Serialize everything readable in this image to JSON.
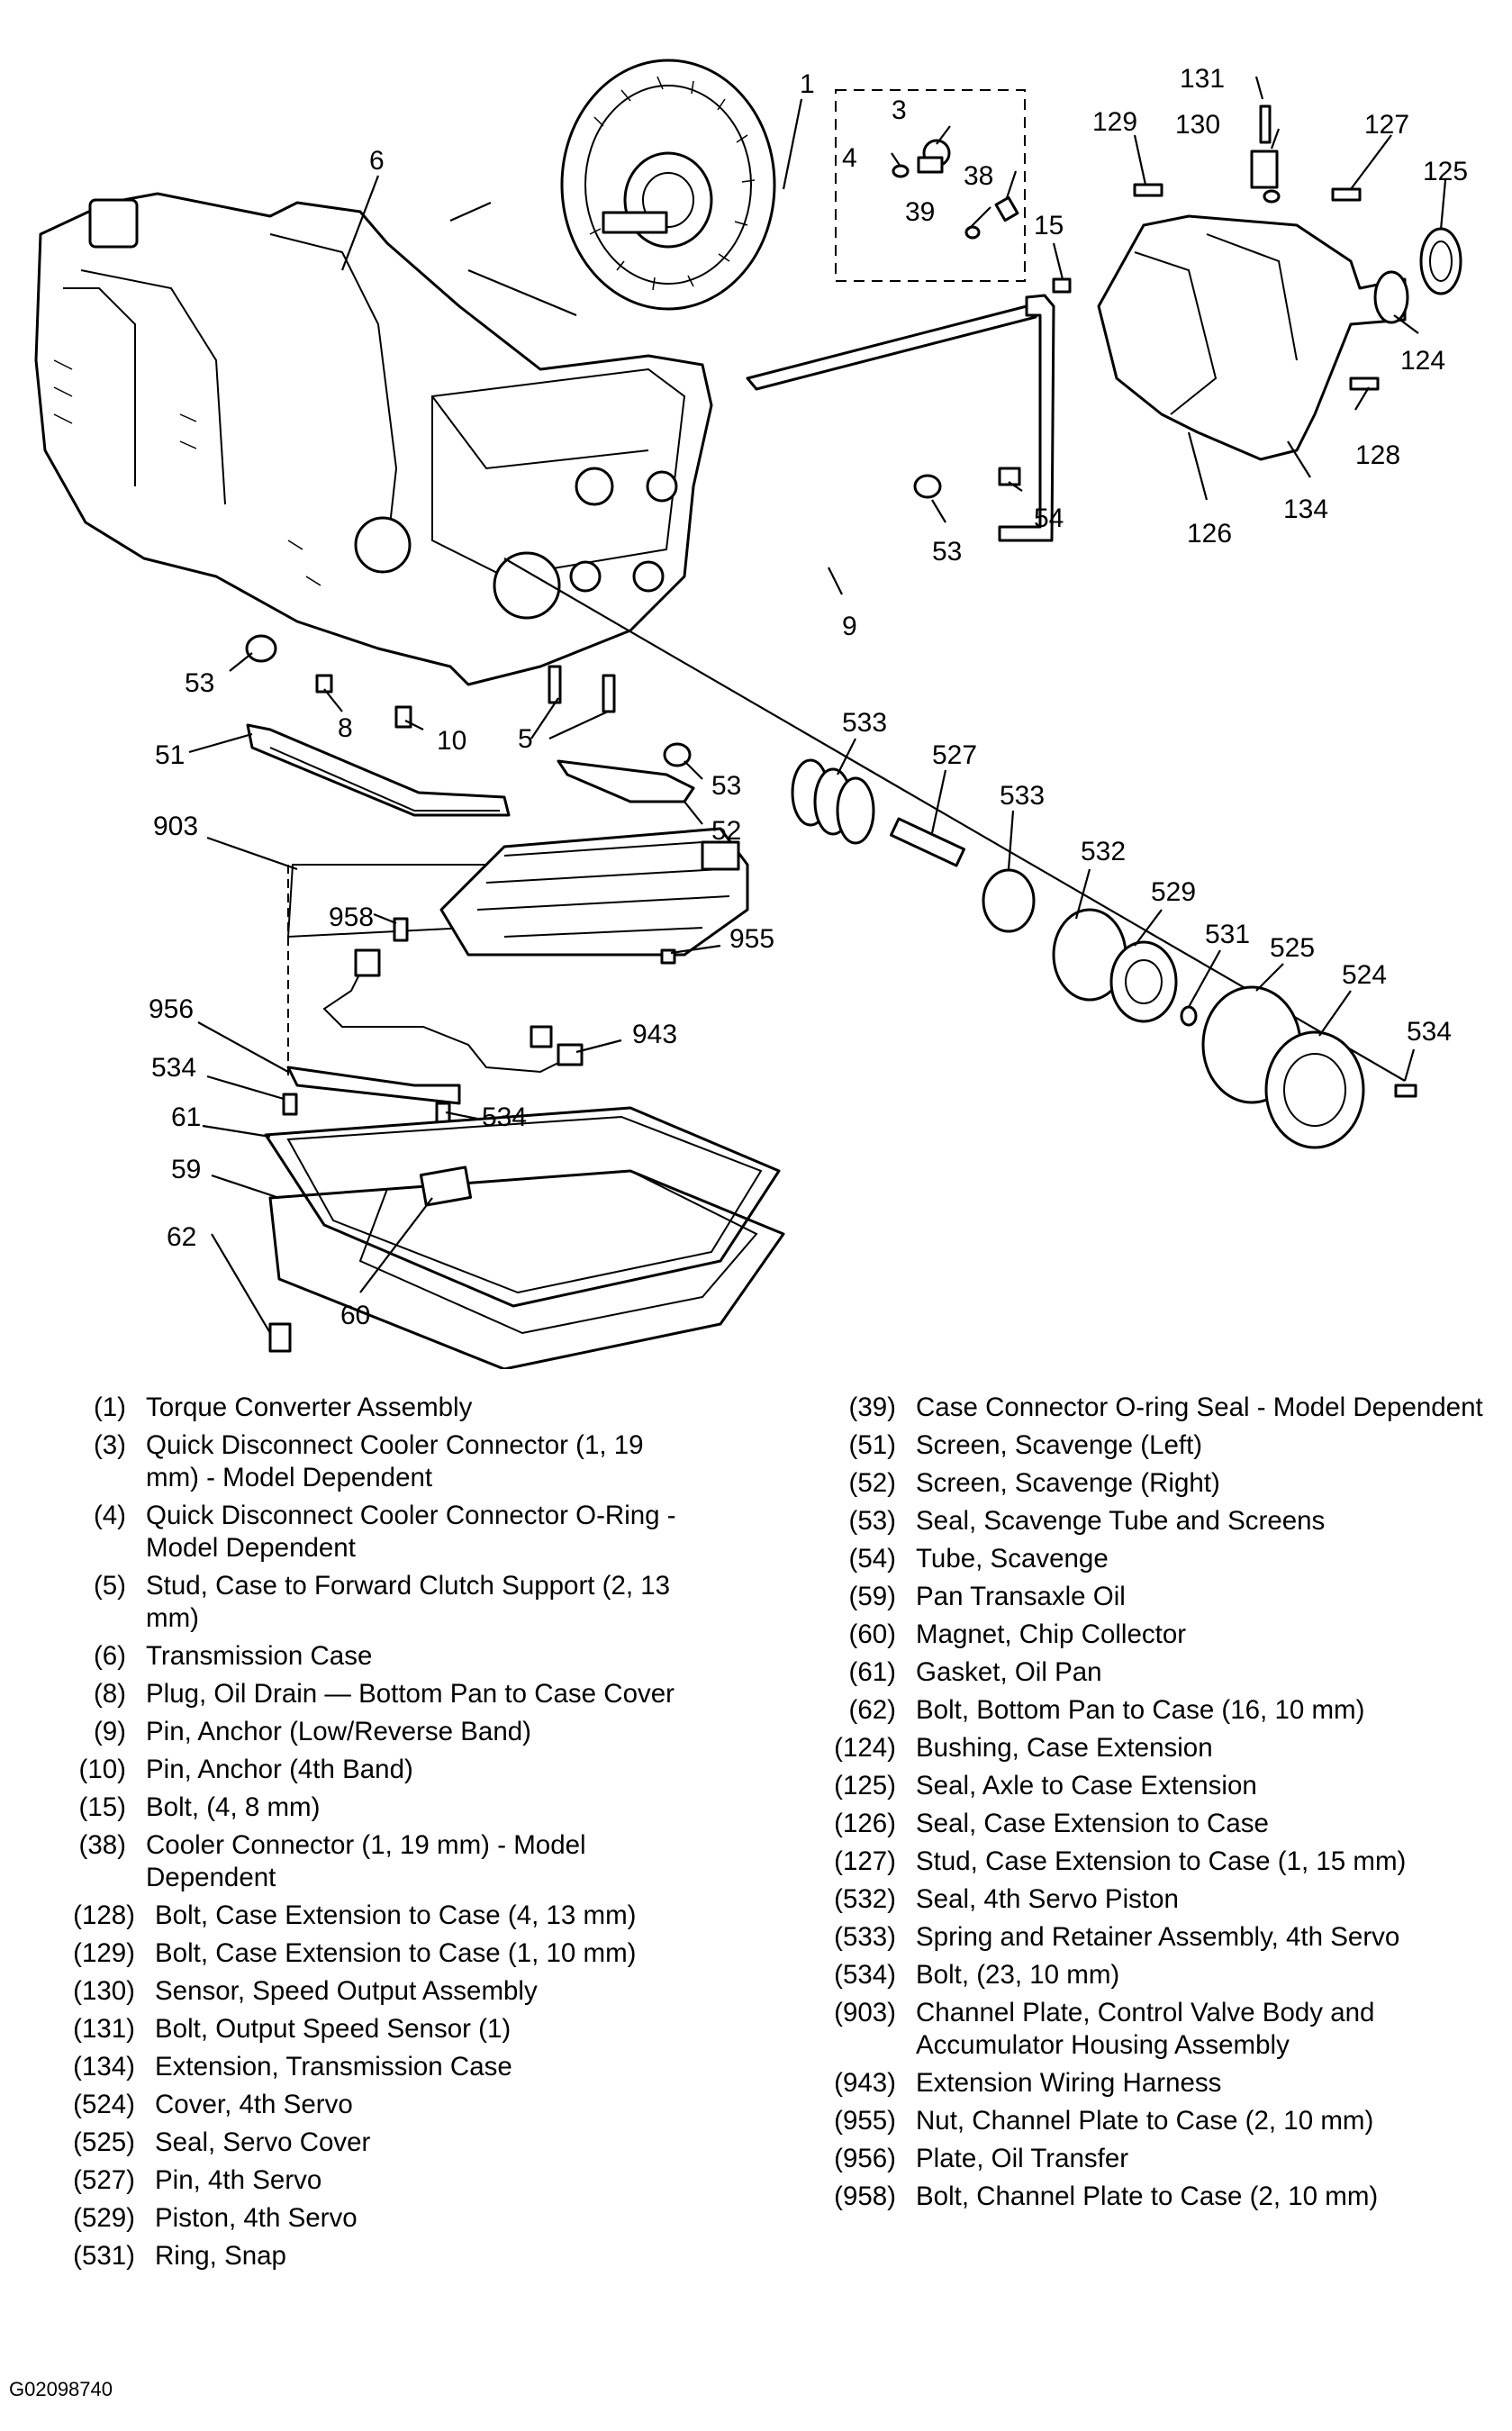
{
  "callouts": [
    "1",
    "3",
    "4",
    "38",
    "39",
    "15",
    "131",
    "130",
    "129",
    "127",
    "125",
    "124",
    "128",
    "134",
    "126",
    "54",
    "53",
    "9",
    "6",
    "53",
    "8",
    "10",
    "5",
    "51",
    "53",
    "52",
    "533",
    "527",
    "533",
    "532",
    "529",
    "531",
    "525",
    "524",
    "534",
    "903",
    "958",
    "955",
    "956",
    "943",
    "534",
    "534",
    "61",
    "59",
    "62",
    "60"
  ],
  "legend_left": [
    {
      "num": "(1)",
      "text": "Torque Converter Assembly"
    },
    {
      "num": "(3)",
      "text": "Quick Disconnect Cooler Connector (1, 19 mm) - Model Dependent"
    },
    {
      "num": "(4)",
      "text": "Quick Disconnect Cooler Connector O-Ring - Model Dependent"
    },
    {
      "num": "(5)",
      "text": "Stud, Case to Forward Clutch Support (2, 13 mm)"
    },
    {
      "num": "(6)",
      "text": "Transmission Case"
    },
    {
      "num": "(8)",
      "text": "Plug, Oil Drain — Bottom Pan to Case Cover"
    },
    {
      "num": "(9)",
      "text": "Pin, Anchor (Low/Reverse Band)"
    },
    {
      "num": "(10)",
      "text": "Pin, Anchor (4th  Band)"
    },
    {
      "num": "(15)",
      "text": "Bolt, (4, 8 mm)"
    },
    {
      "num": "(38)",
      "text": "Cooler Connector (1, 19 mm) - Model Dependent"
    },
    {
      "num": "(128)",
      "text": "Bolt, Case Extension to Case (4, 13 mm)"
    },
    {
      "num": "(129)",
      "text": "Bolt, Case Extension to Case (1, 10 mm)"
    },
    {
      "num": "(130)",
      "text": "Sensor, Speed Output Assembly"
    },
    {
      "num": "(131)",
      "text": "Bolt, Output Speed Sensor (1)"
    },
    {
      "num": "(134)",
      "text": "Extension, Transmission Case"
    },
    {
      "num": "(524)",
      "text": "Cover, 4th  Servo"
    },
    {
      "num": "(525)",
      "text": "Seal, Servo Cover"
    },
    {
      "num": "(527)",
      "text": "Pin, 4th  Servo"
    },
    {
      "num": "(529)",
      "text": "Piston, 4th  Servo"
    },
    {
      "num": "(531)",
      "text": "Ring, Snap"
    }
  ],
  "legend_right": [
    {
      "num": "(39)",
      "text": "Case Connector O-ring Seal - Model Dependent"
    },
    {
      "num": "(51)",
      "text": "Screen, Scavenge (Left)"
    },
    {
      "num": "(52)",
      "text": "Screen, Scavenge (Right)"
    },
    {
      "num": "(53)",
      "text": "Seal, Scavenge Tube and Screens"
    },
    {
      "num": "(54)",
      "text": "Tube, Scavenge"
    },
    {
      "num": "(59)",
      "text": "Pan Transaxle Oil"
    },
    {
      "num": "(60)",
      "text": "Magnet, Chip Collector"
    },
    {
      "num": "(61)",
      "text": "Gasket, Oil Pan"
    },
    {
      "num": "(62)",
      "text": "Bolt, Bottom Pan to Case (16, 10 mm)"
    },
    {
      "num": "(124)",
      "text": "Bushing, Case Extension"
    },
    {
      "num": "(125)",
      "text": "Seal, Axle to Case Extension"
    },
    {
      "num": "(126)",
      "text": "Seal, Case Extension to Case"
    },
    {
      "num": "(127)",
      "text": "Stud, Case Extension to Case (1, 15 mm)"
    },
    {
      "num": "(532)",
      "text": "Seal, 4th Servo Piston"
    },
    {
      "num": "(533)",
      "text": "Spring and Retainer Assembly, 4th Servo"
    },
    {
      "num": "(534)",
      "text": "Bolt, (23, 10 mm)"
    },
    {
      "num": "(903)",
      "text": "Channel Plate, Control Valve Body and Accumulator Housing Assembly"
    },
    {
      "num": "(943)",
      "text": "Extension Wiring Harness"
    },
    {
      "num": "(955)",
      "text": "Nut, Channel Plate to Case (2, 10 mm)"
    },
    {
      "num": "(956)",
      "text": "Plate, Oil Transfer"
    },
    {
      "num": "(958)",
      "text": "Bolt, Channel Plate to Case (2, 10 mm)"
    }
  ],
  "figure_code": "G02098740"
}
